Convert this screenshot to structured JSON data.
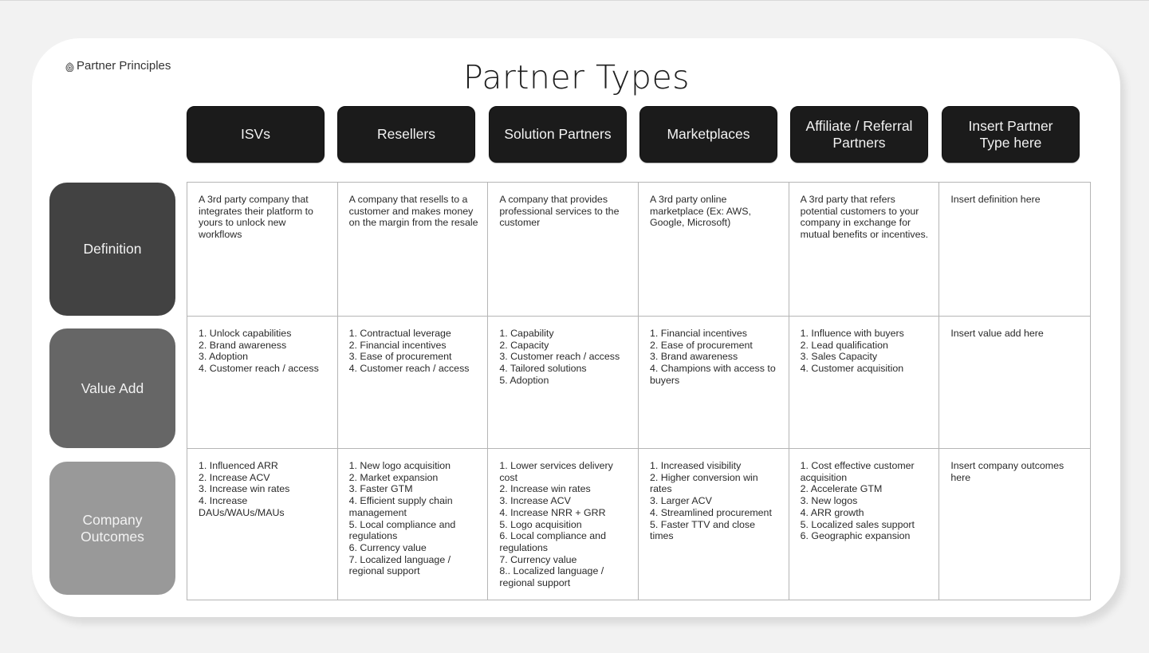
{
  "brand": {
    "icon": "fingerprint-leaf-icon",
    "name": "Partner Principles"
  },
  "title": "Partner Types",
  "colors": {
    "page_background": "#f2f2f2",
    "card_background": "#ffffff",
    "header_box": "#1b1b1b",
    "row_definition": "#424242",
    "row_value_add": "#666666",
    "row_company_outcomes": "#999999",
    "grid_border": "#b5b5b5"
  },
  "columns": [
    {
      "label": "ISVs"
    },
    {
      "label": "Resellers"
    },
    {
      "label": "Solution Partners"
    },
    {
      "label": "Marketplaces"
    },
    {
      "label": "Affiliate / Referral Partners"
    },
    {
      "label": "Insert Partner Type here"
    }
  ],
  "rows": [
    {
      "label": "Definition",
      "cells": [
        "A 3rd party company that integrates their platform to yours to unlock new workflows",
        "A company that resells to a customer and makes money on the margin from the resale",
        "A company that provides professional services to the customer",
        "A 3rd party online marketplace (Ex: AWS, Google, Microsoft)",
        "A 3rd party that refers potential customers to your company in exchange for mutual benefits or incentives.",
        "Insert definition here"
      ]
    },
    {
      "label": "Value Add",
      "cells": [
        "1. Unlock capabilities\n2. Brand awareness\n3. Adoption\n4. Customer reach / access",
        "1. Contractual leverage\n2. Financial incentives\n3. Ease of procurement\n4. Customer reach / access",
        "1. Capability\n2. Capacity\n3. Customer reach / access\n4. Tailored solutions\n5. Adoption",
        "1. Financial incentives\n2. Ease of procurement\n3. Brand awareness\n4. Champions with access to buyers",
        "1. Influence with buyers\n2. Lead qualification\n3. Sales Capacity\n4. Customer acquisition",
        "Insert value add here"
      ]
    },
    {
      "label": "Company Outcomes",
      "cells": [
        "1. Influenced ARR\n2. Increase ACV\n3. Increase win rates\n4. Increase DAUs/WAUs/MAUs",
        "1. New logo acquisition\n2. Market expansion\n3. Faster GTM\n4. Efficient supply chain management\n5. Local compliance and regulations\n6. Currency value\n7. Localized language / regional support",
        "1. Lower services delivery cost\n2. Increase win rates\n3. Increase ACV\n4. Increase NRR + GRR\n5. Logo acquisition\n6. Local compliance and regulations\n7. Currency value\n8.. Localized language / regional support",
        "1. Increased visibility\n2. Higher conversion win rates\n3. Larger ACV\n4. Streamlined procurement\n5. Faster TTV and close times",
        "1. Cost effective customer acquisition\n2. Accelerate GTM\n3. New logos\n4. ARR growth\n5. Localized sales support\n6. Geographic expansion",
        "Insert company outcomes here"
      ]
    }
  ]
}
